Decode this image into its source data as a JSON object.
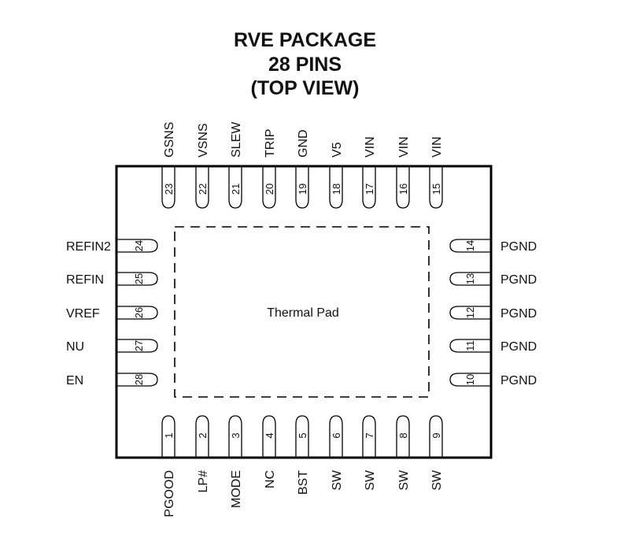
{
  "title": {
    "line1": "RVE PACKAGE",
    "line2": "28 PINS",
    "line3": "(TOP VIEW)"
  },
  "thermal_pad": "Thermal Pad",
  "pins": {
    "bottom": [
      {
        "num": "1",
        "name": "PGOOD"
      },
      {
        "num": "2",
        "name": "LP#"
      },
      {
        "num": "3",
        "name": "MODE"
      },
      {
        "num": "4",
        "name": "NC"
      },
      {
        "num": "5",
        "name": "BST"
      },
      {
        "num": "6",
        "name": "SW"
      },
      {
        "num": "7",
        "name": "SW"
      },
      {
        "num": "8",
        "name": "SW"
      },
      {
        "num": "9",
        "name": "SW"
      }
    ],
    "right": [
      {
        "num": "14",
        "name": "PGND"
      },
      {
        "num": "13",
        "name": "PGND"
      },
      {
        "num": "12",
        "name": "PGND"
      },
      {
        "num": "11",
        "name": "PGND"
      },
      {
        "num": "10",
        "name": "PGND"
      }
    ],
    "top": [
      {
        "num": "23",
        "name": "GSNS"
      },
      {
        "num": "22",
        "name": "VSNS"
      },
      {
        "num": "21",
        "name": "SLEW"
      },
      {
        "num": "20",
        "name": "TRIP"
      },
      {
        "num": "19",
        "name": "GND"
      },
      {
        "num": "18",
        "name": "V5"
      },
      {
        "num": "17",
        "name": "VIN"
      },
      {
        "num": "16",
        "name": "VIN"
      },
      {
        "num": "15",
        "name": "VIN"
      }
    ],
    "left": [
      {
        "num": "24",
        "name": "REFIN2"
      },
      {
        "num": "25",
        "name": "REFIN"
      },
      {
        "num": "26",
        "name": "VREF"
      },
      {
        "num": "27",
        "name": "NU"
      },
      {
        "num": "28",
        "name": "EN"
      }
    ]
  }
}
